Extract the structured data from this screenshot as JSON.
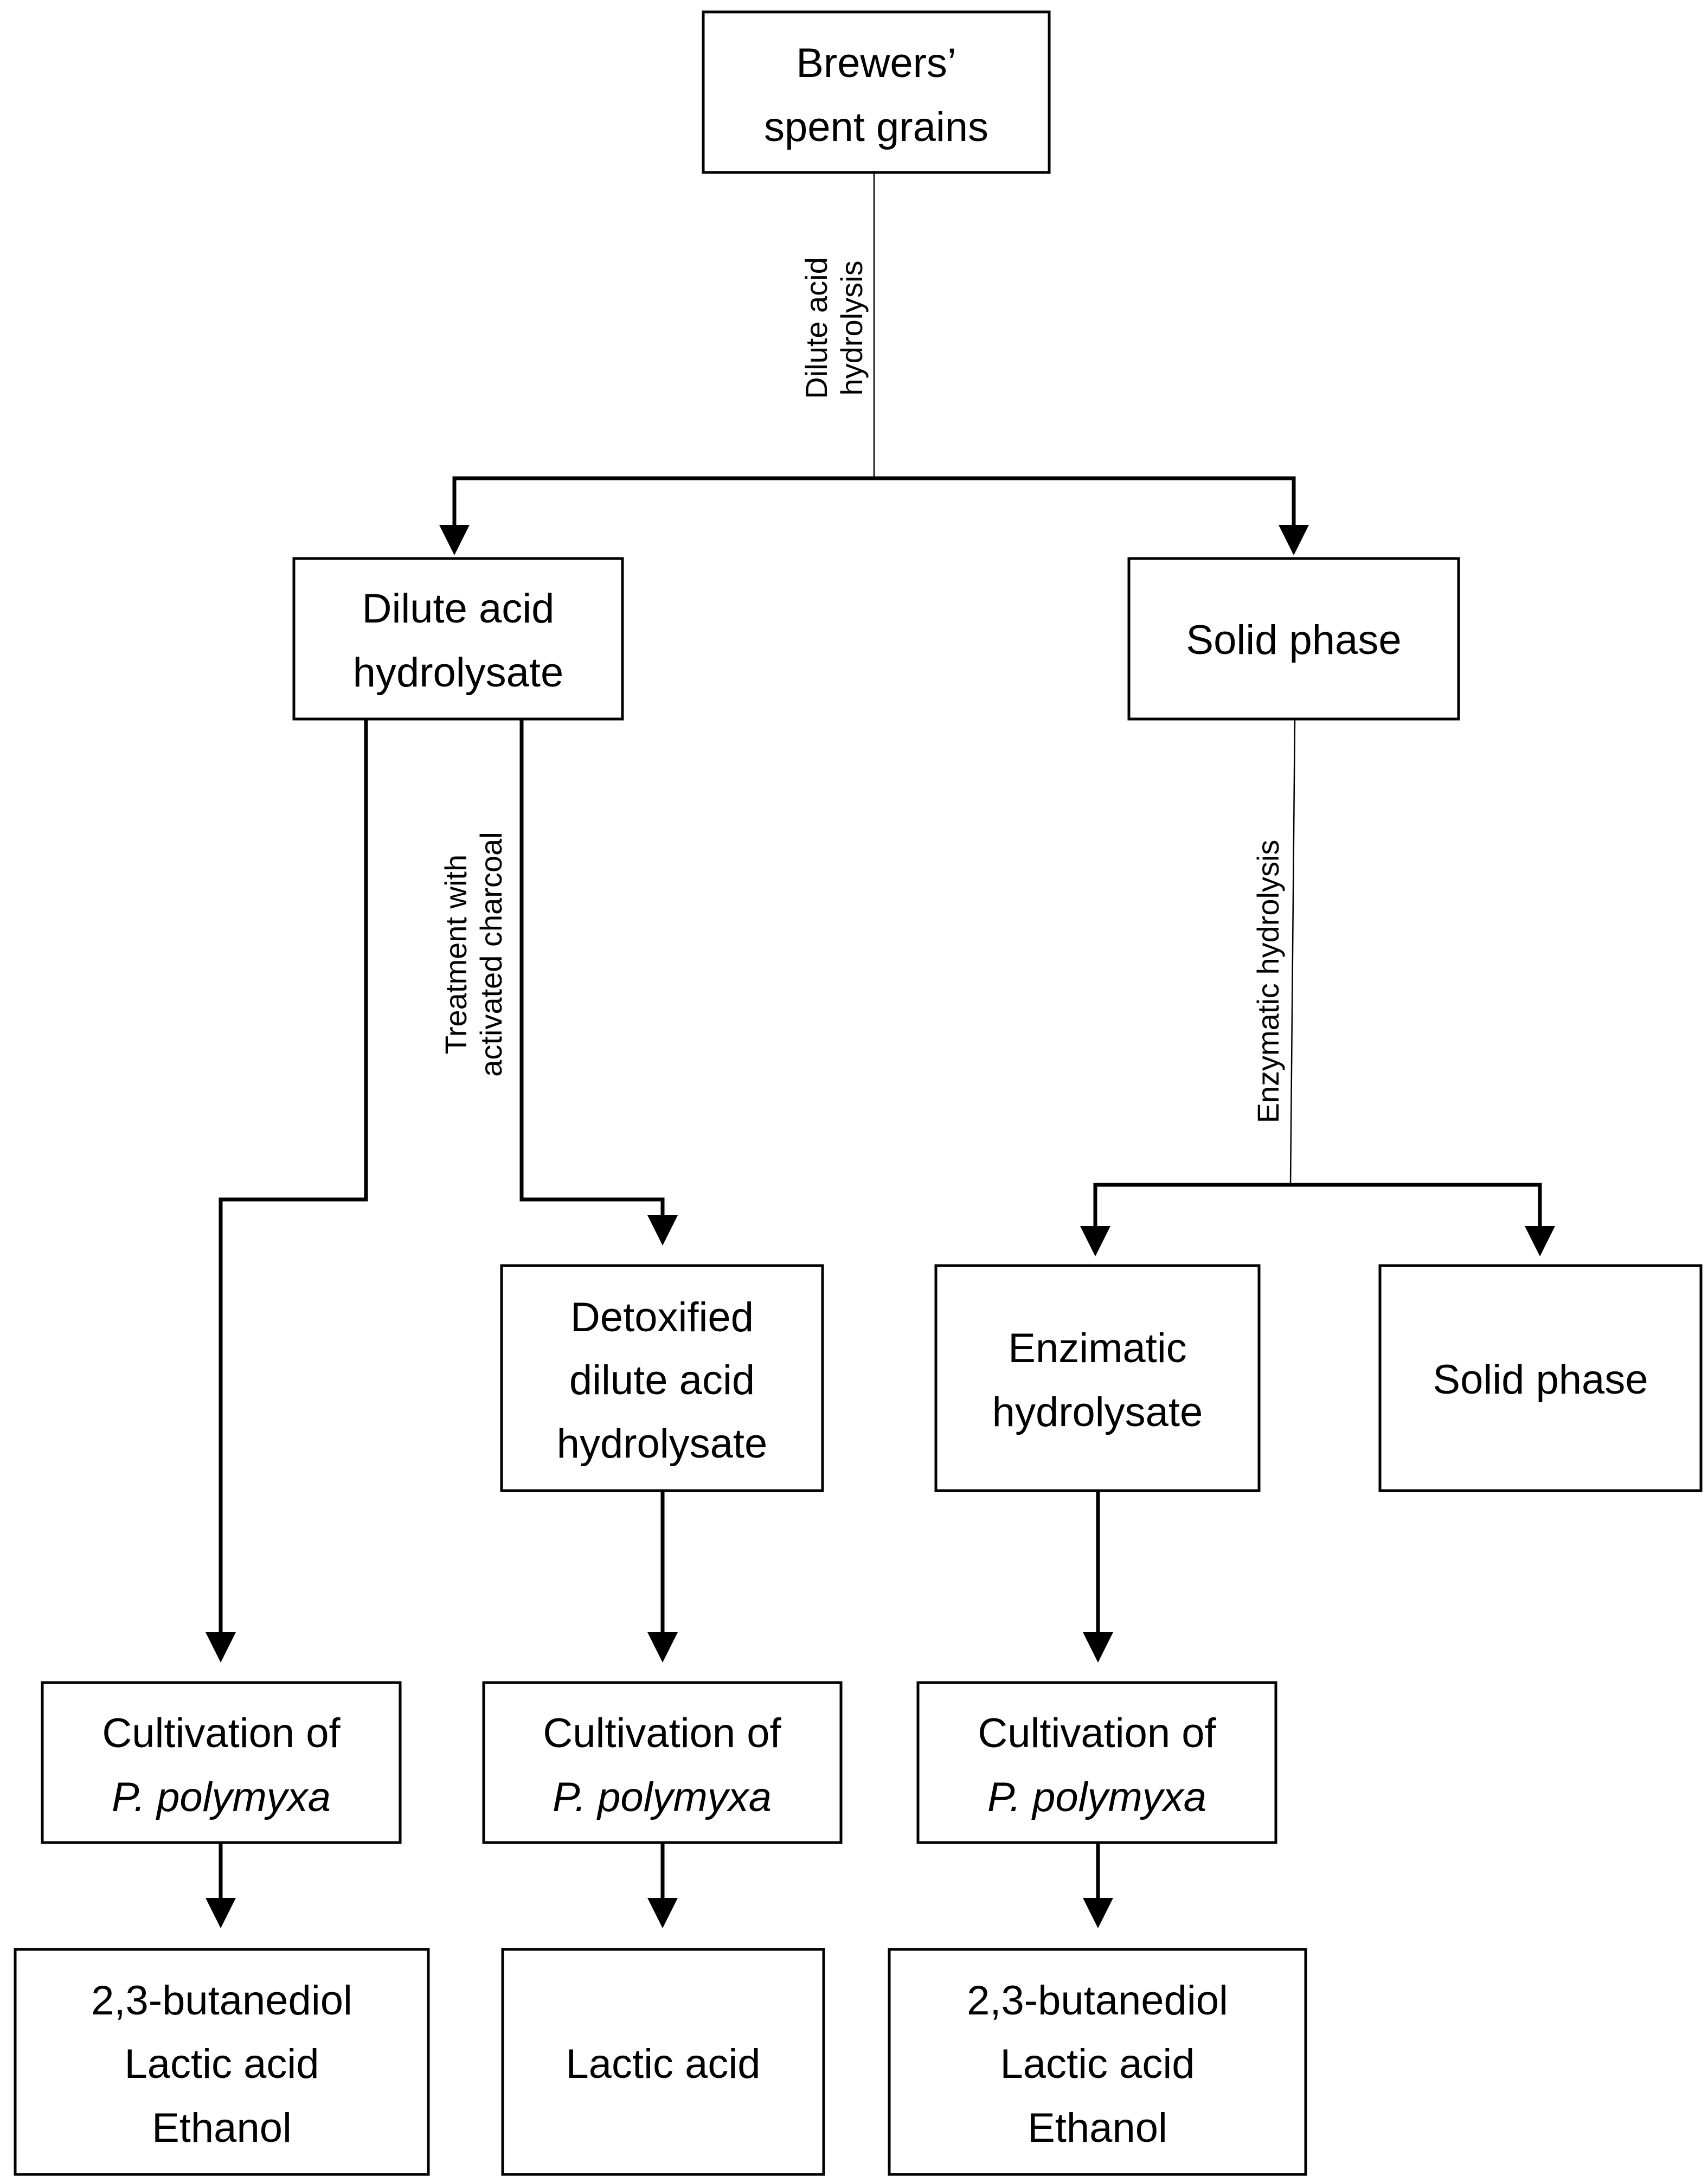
{
  "nodes": {
    "bsg": {
      "lines": [
        {
          "text": "Brewers’"
        },
        {
          "text": "spent grains"
        }
      ]
    },
    "dah": {
      "lines": [
        {
          "text": "Dilute acid"
        },
        {
          "text": "hydrolysate"
        }
      ]
    },
    "solid1": {
      "lines": [
        {
          "text": "Solid phase"
        }
      ]
    },
    "detox": {
      "lines": [
        {
          "text": "Detoxified"
        },
        {
          "text": "dilute acid"
        },
        {
          "text": "hydrolysate"
        }
      ]
    },
    "enz": {
      "lines": [
        {
          "text": "Enzimatic"
        },
        {
          "text": "hydrolysate"
        }
      ]
    },
    "solid2": {
      "lines": [
        {
          "text": "Solid phase"
        }
      ]
    },
    "cult1": {
      "prefix": "Cultivation of",
      "organism": "P. polymyxa"
    },
    "cult2": {
      "prefix": "Cultivation of",
      "organism": "P. polymyxa"
    },
    "cult3": {
      "prefix": "Cultivation of",
      "organism": "P. polymyxa"
    },
    "prod1": {
      "lines": [
        {
          "text": "2,3-butanediol"
        },
        {
          "text": "Lactic acid"
        },
        {
          "text": "Ethanol"
        }
      ]
    },
    "prod2": {
      "lines": [
        {
          "text": "Lactic acid"
        }
      ]
    },
    "prod3": {
      "lines": [
        {
          "text": "2,3-butanediol"
        },
        {
          "text": "Lactic acid"
        },
        {
          "text": "Ethanol"
        }
      ]
    }
  },
  "edge_labels": {
    "dilute_acid_hydrolysis": [
      "Dilute acid",
      "hydrolysis"
    ],
    "activated_charcoal": [
      "Treatment with",
      "activated charcoal"
    ],
    "enzymatic_hydrolysis": [
      "Enzymatic hydrolysis"
    ]
  }
}
